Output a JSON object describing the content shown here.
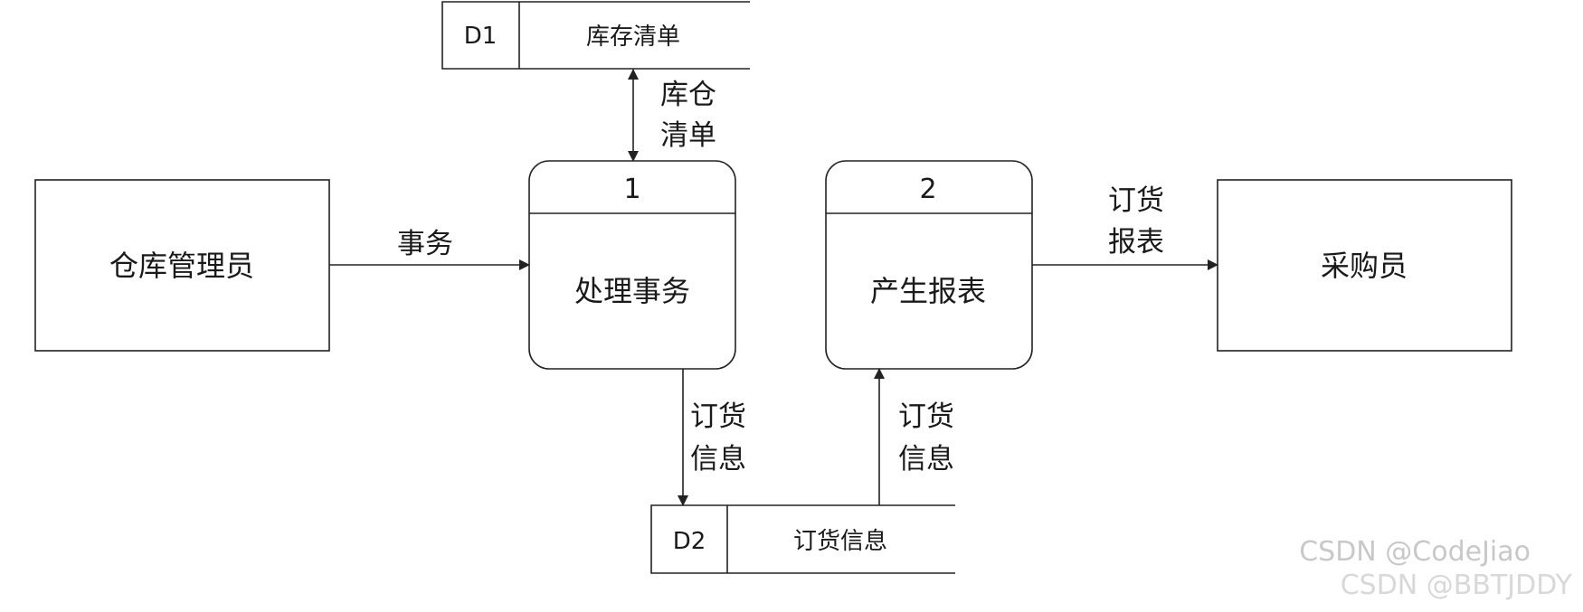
{
  "entities": {
    "warehouse_manager": "仓库管理员",
    "purchaser": "采购员"
  },
  "processes": [
    {
      "number": "1",
      "label": "处理事务"
    },
    {
      "number": "2",
      "label": "产生报表"
    }
  ],
  "data_stores": [
    {
      "id": "D1",
      "name": "库存清单"
    },
    {
      "id": "D2",
      "name": "订货信息"
    }
  ],
  "flows": {
    "transaction": "事务",
    "inventory_list": [
      "库仓",
      "清单"
    ],
    "order_info_out": [
      "订货",
      "信息"
    ],
    "order_info_in": [
      "订货",
      "信息"
    ],
    "order_report": [
      "订货",
      "报表"
    ]
  },
  "watermarks": {
    "line1": "CSDN @CodeJiao",
    "line2": "CSDN @BBTJDDY"
  }
}
